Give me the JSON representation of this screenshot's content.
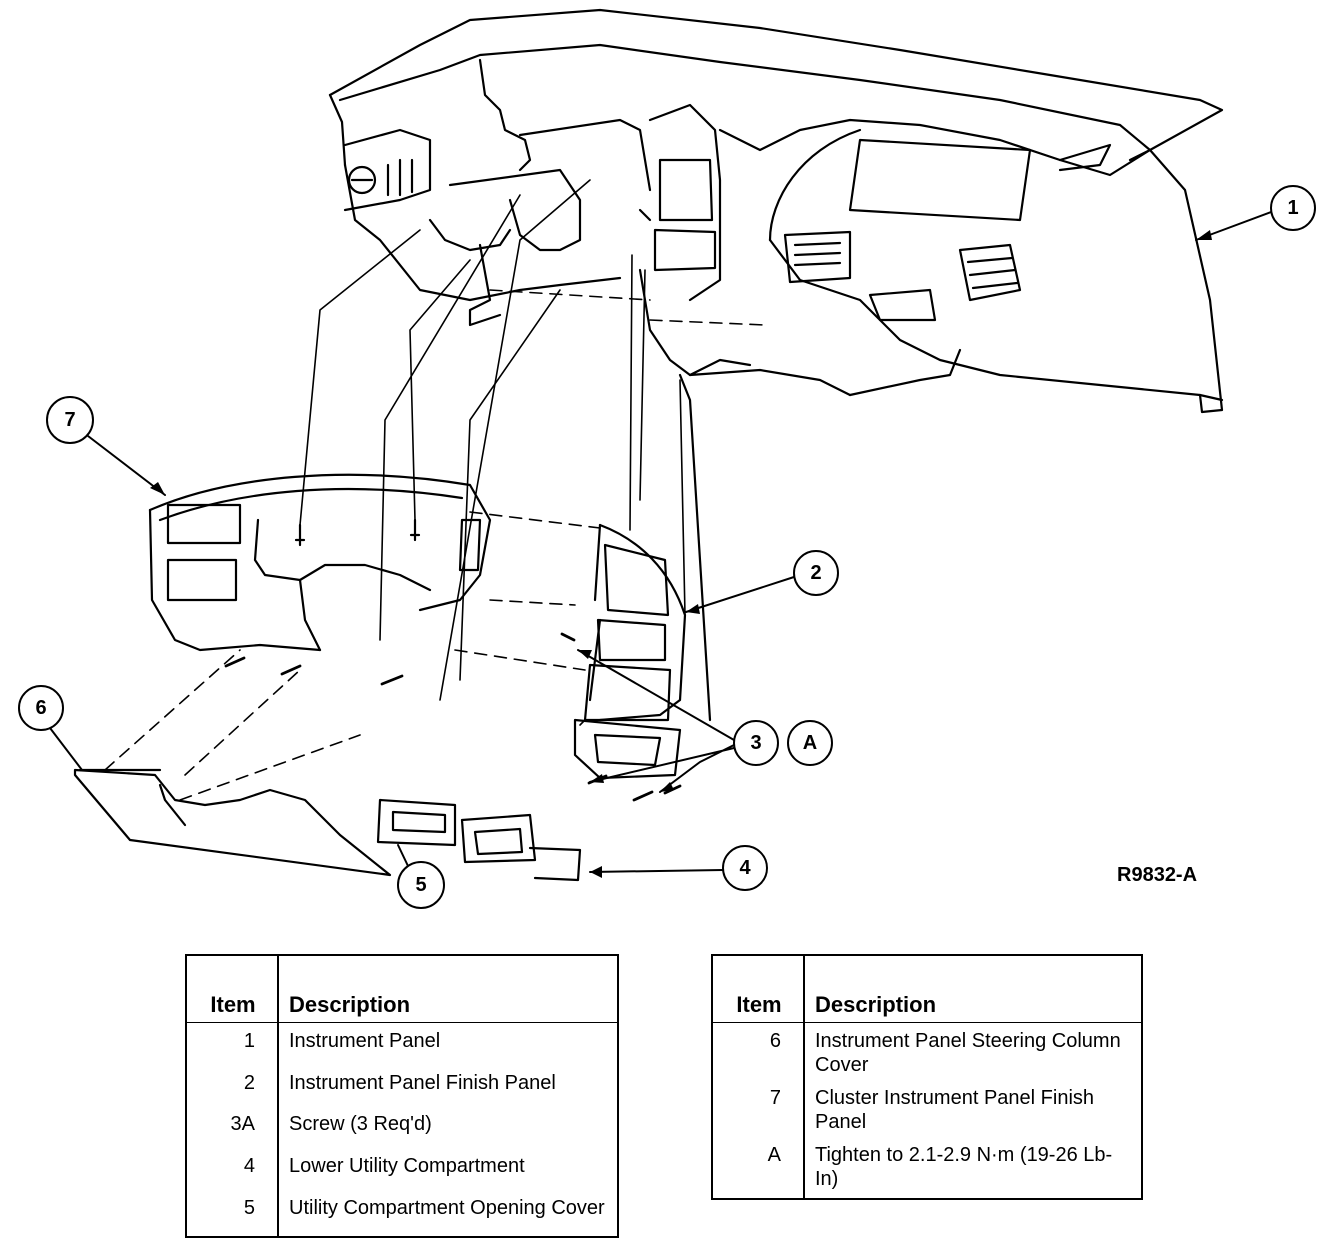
{
  "callouts": [
    "1",
    "2",
    "3",
    "A",
    "4",
    "5",
    "6",
    "7"
  ],
  "figure_code": "R9832-A",
  "legend_left": {
    "headers": {
      "item": "Item",
      "description": "Description"
    },
    "rows": [
      {
        "item": "1",
        "description": "Instrument Panel"
      },
      {
        "item": "2",
        "description": "Instrument Panel Finish Panel"
      },
      {
        "item": "3A",
        "description": "Screw (3 Req'd)"
      },
      {
        "item": "4",
        "description": "Lower Utility Compartment"
      },
      {
        "item": "5",
        "description": "Utility Compartment Opening Cover"
      }
    ]
  },
  "legend_right": {
    "headers": {
      "item": "Item",
      "description": "Description"
    },
    "rows": [
      {
        "item": "6",
        "description": "Instrument Panel Steering Column Cover"
      },
      {
        "item": "7",
        "description": "Cluster Instrument Panel Finish Panel"
      },
      {
        "item": "A",
        "description": "Tighten to 2.1-2.9 N·m (19-26 Lb-In)"
      }
    ]
  }
}
